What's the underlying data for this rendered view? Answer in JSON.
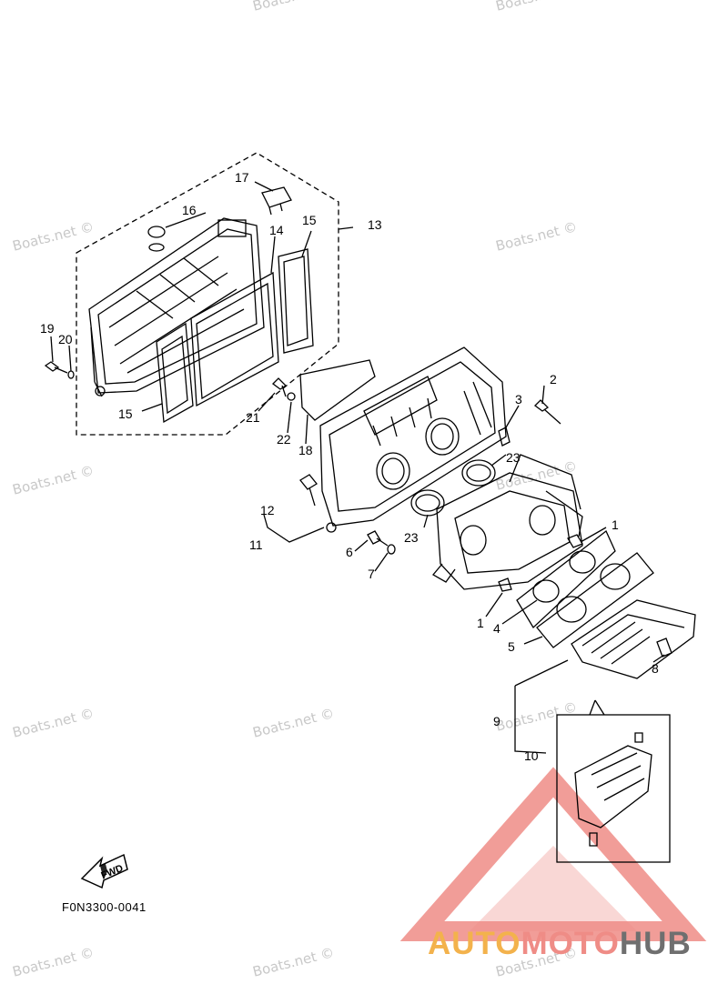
{
  "watermark": {
    "text": "Boats.net ©"
  },
  "callouts": [
    "17",
    "16",
    "14",
    "15",
    "13",
    "19",
    "20",
    "15",
    "21",
    "22",
    "18",
    "2",
    "3",
    "23",
    "12",
    "11",
    "23",
    "6",
    "7",
    "1",
    "1",
    "4",
    "5",
    "8",
    "9",
    "10"
  ],
  "fwd_label": "FWD",
  "diagram_code": "F0N3300-0041",
  "brand": {
    "part1": "AUTO",
    "part2": "MOTO",
    "part3": "HUB"
  },
  "colors": {
    "brand_orange": "#f3b24c",
    "brand_red": "#ef8c86",
    "brand_gray": "#6f6f6f",
    "watermark": "#c8c8c8"
  }
}
